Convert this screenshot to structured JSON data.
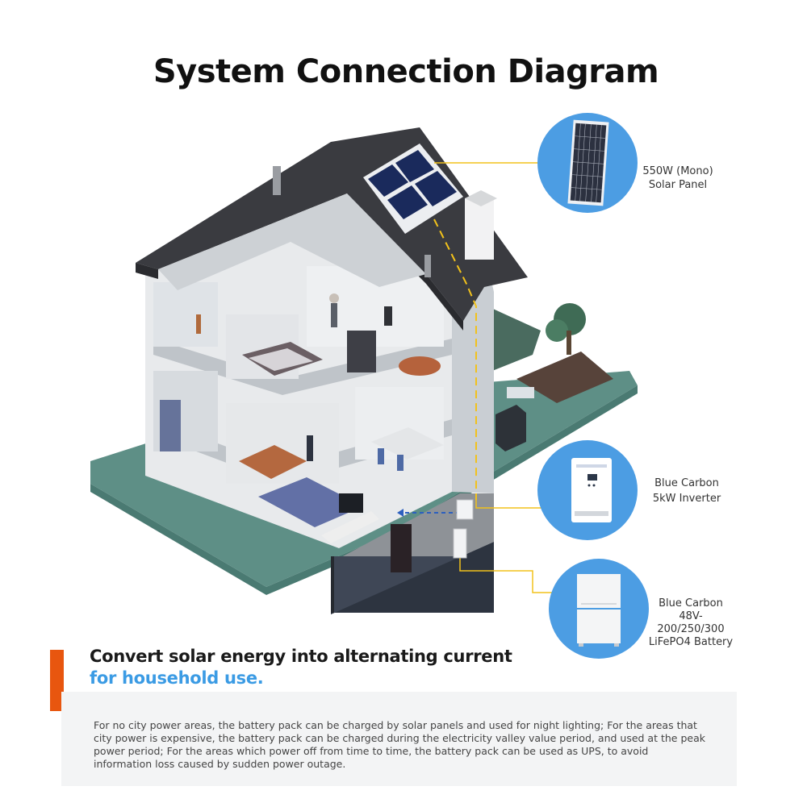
{
  "title": "System Connection Diagram",
  "components": {
    "panel": {
      "line1": "550W (Mono)",
      "line2": "Solar Panel"
    },
    "inverter": {
      "line1": "Blue Carbon",
      "line2": "5kW Inverter"
    },
    "battery": {
      "line1": "Blue Carbon",
      "line2": "48V-200/250/300",
      "line3": "LiFePO4 Battery"
    }
  },
  "headline": {
    "line1": "Convert solar energy into alternating current",
    "line2": "for household use."
  },
  "description": "For no city power areas, the battery pack can be charged by solar panels and used for night lighting; For the areas that city power is expensive, the battery pack can be charged during the electricity valley value period, and used at the peak power period; For the areas which power off from time to time, the battery pack can be used as UPS, to avoid information loss caused by sudden power outage.",
  "colors": {
    "accent_orange": "#e8560f",
    "accent_blue": "#3b9be4",
    "circle_blue": "#4c9de3",
    "wire_yellow": "#f2c21b",
    "ground_green": "#5e8f86"
  }
}
